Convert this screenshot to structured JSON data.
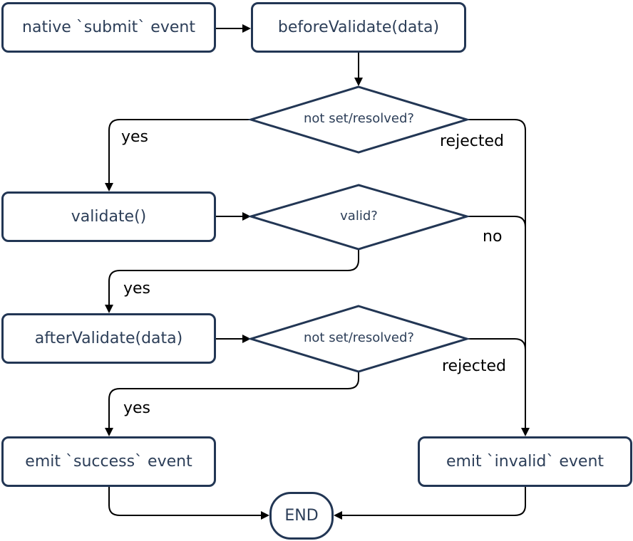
{
  "nodes": {
    "native_submit": "native `submit` event",
    "before_validate": "beforeValidate(data)",
    "check_before": "not set/resolved?",
    "validate": "validate()",
    "valid_check": "valid?",
    "after_validate": "afterValidate(data)",
    "check_after": "not set/resolved?",
    "emit_success": "emit `success` event",
    "emit_invalid": "emit `invalid` event",
    "end": "END"
  },
  "edge_labels": {
    "yes_1": "yes",
    "rejected_1": "rejected",
    "no": "no",
    "yes_2": "yes",
    "rejected_2": "rejected",
    "yes_3": "yes"
  },
  "colors": {
    "stroke": "#223654",
    "text": "#2c3e58",
    "arrow": "#000000"
  }
}
